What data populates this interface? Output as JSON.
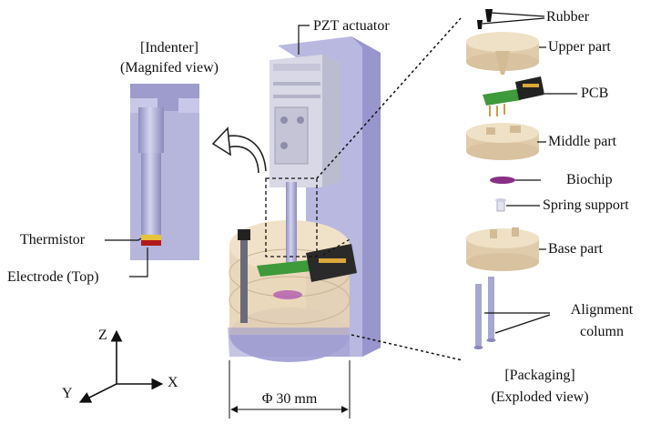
{
  "labels": {
    "pzt_actuator": "PZT actuator",
    "indenter_title": "[Indenter]",
    "indenter_subtitle": "(Magnifed view)",
    "thermistor": "Thermistor",
    "electrode": "Electrode (Top)",
    "diameter": "Φ 30 mm",
    "packaging_title": "[Packaging]",
    "packaging_subtitle": "(Exploded view)"
  },
  "exploded_parts": {
    "rubber": "Rubber",
    "upper_part": "Upper part",
    "pcb": "PCB",
    "middle_part": "Middle part",
    "biochip": "Biochip",
    "spring_support": "Spring support",
    "base_part": "Base part",
    "alignment_column_line1": "Alignment",
    "alignment_column_line2": "column"
  },
  "axes": {
    "z": "Z",
    "y": "Y",
    "x": "X"
  },
  "colors": {
    "frame_lavender": "#b9b8e0",
    "frame_dark": "#8f8cc4",
    "acrylic_tan": "#e8d4b4",
    "pcb_green": "#3e9a3a",
    "biochip_purple": "#8a2f86",
    "thermistor_yellow": "#e8c23a",
    "electrode_red": "#b01a1a"
  }
}
